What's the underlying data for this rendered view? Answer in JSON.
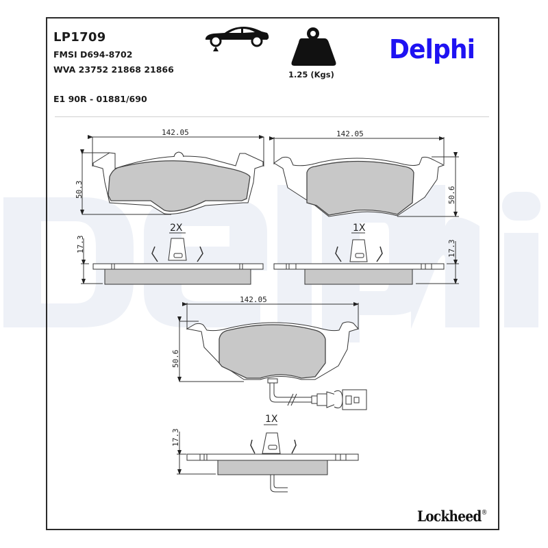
{
  "header": {
    "part_number": "LP1709",
    "fmsi": "FMSI D694-8702",
    "wva": "WVA 23752 21868 21866",
    "ece_approval": "E1 90R - 01881/690",
    "weight_label": "1.25 (Kgs)",
    "brand_logo": "Delphi",
    "brand_color": "#1e12f2",
    "watermark_text": "Delphi",
    "watermark_color": "#eef1f7"
  },
  "icons": {
    "axle_position": "car-front-axle-icon",
    "weight": "weight-icon"
  },
  "drawings": {
    "pad_left_top": {
      "width_dim": "142.05",
      "height_dim": "50.3",
      "quantity": "2X",
      "thickness_dim": "17.3"
    },
    "pad_right_top": {
      "width_dim": "142.05",
      "height_dim": "50.6",
      "quantity": "1X",
      "thickness_dim": "17.3"
    },
    "pad_bottom_sensor": {
      "width_dim": "142.05",
      "height_dim": "50.6",
      "quantity": "1X",
      "thickness_dim": "17.3"
    }
  },
  "footer": {
    "manufacturer_logo": "Lockheed",
    "registered_mark": "®"
  }
}
